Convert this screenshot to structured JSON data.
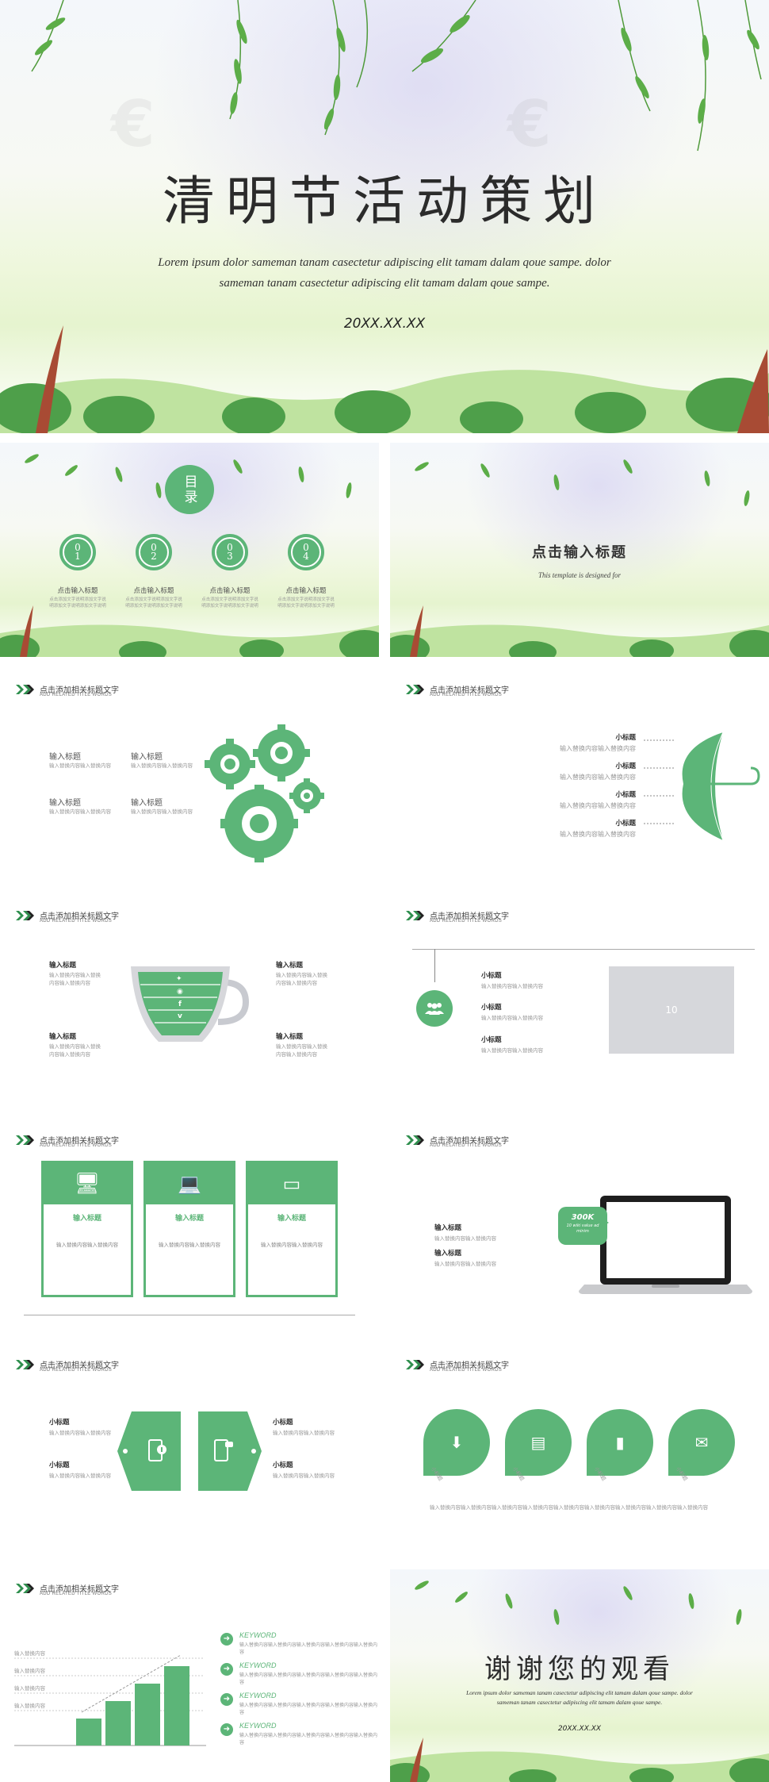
{
  "cover": {
    "title": "清明节活动策划",
    "subtitle": "Lorem ipsum dolor sameman tanam casectetur adipiscing elit tamam dalam qoue sampe. dolor sameman tanam casectetur adipiscing elit tamam dalam qoue sampe.",
    "date": "20XX.XX.XX"
  },
  "toc": {
    "badge": "目录",
    "items": [
      {
        "num": "01",
        "title": "点击输入标题",
        "desc": "点击添加文字说明添加文字说明添加文字说明添加文字说明"
      },
      {
        "num": "02",
        "title": "点击输入标题",
        "desc": "点击添加文字说明添加文字说明添加文字说明添加文字说明"
      },
      {
        "num": "03",
        "title": "点击输入标题",
        "desc": "点击添加文字说明添加文字说明添加文字说明添加文字说明"
      },
      {
        "num": "04",
        "title": "点击输入标题",
        "desc": "点击添加文字说明添加文字说明添加文字说明添加文字说明"
      }
    ]
  },
  "section": {
    "title": "点击输入标题",
    "subtitle": "This template is designed for"
  },
  "header": {
    "cn": "点击添加相关标题文字",
    "en": "ADD RELATED TITLE WORDS"
  },
  "gears_slide": {
    "items": [
      {
        "title": "输入标题",
        "desc": "输入替换内容输入替换内容"
      },
      {
        "title": "输入标题",
        "desc": "输入替换内容输入替换内容"
      },
      {
        "title": "输入标题",
        "desc": "输入替换内容输入替换内容"
      },
      {
        "title": "输入标题",
        "desc": "输入替换内容输入替换内容"
      }
    ]
  },
  "umbrella_slide": {
    "items": [
      {
        "title": "小标题",
        "desc": "输入替换内容输入替换内容"
      },
      {
        "title": "小标题",
        "desc": "输入替换内容输入替换内容"
      },
      {
        "title": "小标题",
        "desc": "输入替换内容输入替换内容"
      },
      {
        "title": "小标题",
        "desc": "输入替换内容输入替换内容"
      }
    ]
  },
  "cup_slide": {
    "items": [
      {
        "title": "输入标题",
        "desc": "输入替换内容输入替换内容输入替换内容"
      },
      {
        "title": "输入标题",
        "desc": "输入替换内容输入替换内容输入替换内容"
      },
      {
        "title": "输入标题",
        "desc": "输入替换内容输入替换内容输入替换内容"
      },
      {
        "title": "输入标题",
        "desc": "输入替换内容输入替换内容输入替换内容"
      }
    ]
  },
  "people_slide": {
    "items": [
      {
        "title": "小标题",
        "desc": "输入替换内容输入替换内容"
      },
      {
        "title": "小标题",
        "desc": "输入替换内容输入替换内容"
      },
      {
        "title": "小标题",
        "desc": "输入替换内容输入替换内容"
      }
    ],
    "image_label": "10"
  },
  "cards_slide": {
    "items": [
      {
        "title": "输入标题",
        "desc": "输入替换内容输入替换内容"
      },
      {
        "title": "输入标题",
        "desc": "输入替换内容输入替换内容"
      },
      {
        "title": "输入标题",
        "desc": "输入替换内容输入替换内容"
      }
    ]
  },
  "laptop_slide": {
    "items": [
      {
        "title": "输入标题",
        "desc": "输入替换内容输入替换内容"
      },
      {
        "title": "输入标题",
        "desc": "输入替换内容输入替换内容"
      }
    ],
    "bubble_big": "300K",
    "bubble_small": "10 wiki value ad minim"
  },
  "hex_slide": {
    "items": [
      {
        "title": "小标题",
        "desc": "输入替换内容输入替换内容"
      },
      {
        "title": "小标题",
        "desc": "输入替换内容输入替换内容"
      },
      {
        "title": "小标题",
        "desc": "输入替换内容输入替换内容"
      },
      {
        "title": "小标题",
        "desc": "输入替换内容输入替换内容"
      }
    ]
  },
  "circles_slide": {
    "labels": [
      "小标题",
      "小标题",
      "小标题",
      "小标题"
    ],
    "footer": "输入替换内容输入替换内容输入替换内容输入替换内容输入替换内容输入替换内容输入替换内容输入替换内容输入替换内容"
  },
  "bars_slide": {
    "left_labels": [
      "输入替换内容",
      "输入替换内容",
      "输入替换内容",
      "输入替换内容"
    ],
    "keywords": [
      {
        "title": "KEYWORD",
        "desc": "输入替换内容输入替换内容输入替换内容输入替换内容输入替换内容"
      },
      {
        "title": "KEYWORD",
        "desc": "输入替换内容输入替换内容输入替换内容输入替换内容输入替换内容"
      },
      {
        "title": "KEYWORD",
        "desc": "输入替换内容输入替换内容输入替换内容输入替换内容输入替换内容"
      },
      {
        "title": "KEYWORD",
        "desc": "输入替换内容输入替换内容输入替换内容输入替换内容输入替换内容"
      }
    ]
  },
  "thanks": {
    "title": "谢谢您的观看",
    "subtitle": "Lorem ipsum dolor sameman tanam casectetur adipiscing elit tamam dalam qoue sampe. dolor sameman tanam casectetur adipiscing elit tamam dalam qoue sampe.",
    "date": "20XX.XX.XX"
  },
  "colors": {
    "accent": "#5cb578",
    "dark_green": "#2f8f4e",
    "gray": "#d6d7db"
  }
}
